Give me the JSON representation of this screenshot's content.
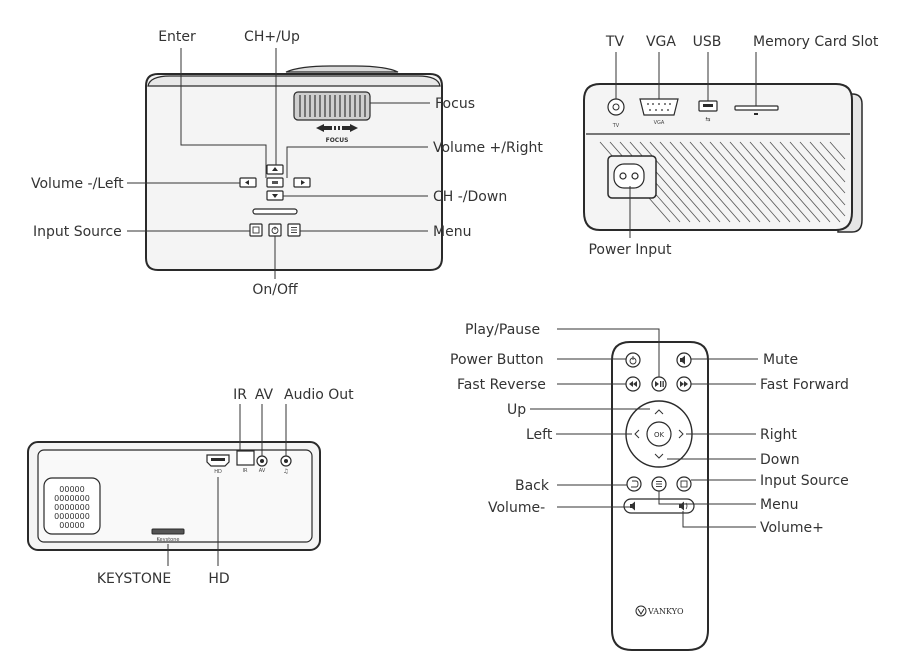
{
  "top_view": {
    "enter": "Enter",
    "ch_up": "CH+/Up",
    "focus": "Focus",
    "focus_text": "FOCUS",
    "volume_right": "Volume +/Right",
    "volume_left": "Volume -/Left",
    "ch_down": "CH -/Down",
    "input_source": "Input  Source",
    "menu": "Menu",
    "on_off": "On/Off"
  },
  "back_view": {
    "tv": "TV",
    "vga": "VGA",
    "usb": "USB",
    "memory_card": "Memory Card Slot",
    "power_input": "Power Input",
    "tv_small": "TV",
    "vga_small": "VGA"
  },
  "side_view": {
    "ir": "IR",
    "av": "AV",
    "audio_out": "Audio Out",
    "keystone": "KEYSTONE",
    "hd": "HD",
    "hd_small": "HD",
    "keystone_small": "Keystone",
    "ir_small": "IR",
    "av_small": "AV",
    "vent_rows": [
      "00000",
      "0000000",
      "0000000",
      "0000000",
      "00000"
    ]
  },
  "remote": {
    "play_pause": "Play/Pause",
    "power_button": "Power Button",
    "fast_reverse": "Fast Reverse",
    "up": "Up",
    "left": "Left",
    "back": "Back",
    "volume_minus": "Volume-",
    "mute": "Mute",
    "fast_forward": "Fast Forward",
    "right": "Right",
    "down": "Down",
    "input_source": "Input Source",
    "menu": "Menu",
    "volume_plus": "Volume+",
    "ok": "OK",
    "brand": "VANKYO"
  },
  "colors": {
    "line": "#333333",
    "body_fill": "#f4f4f4",
    "outline": "#2a2a2a"
  }
}
